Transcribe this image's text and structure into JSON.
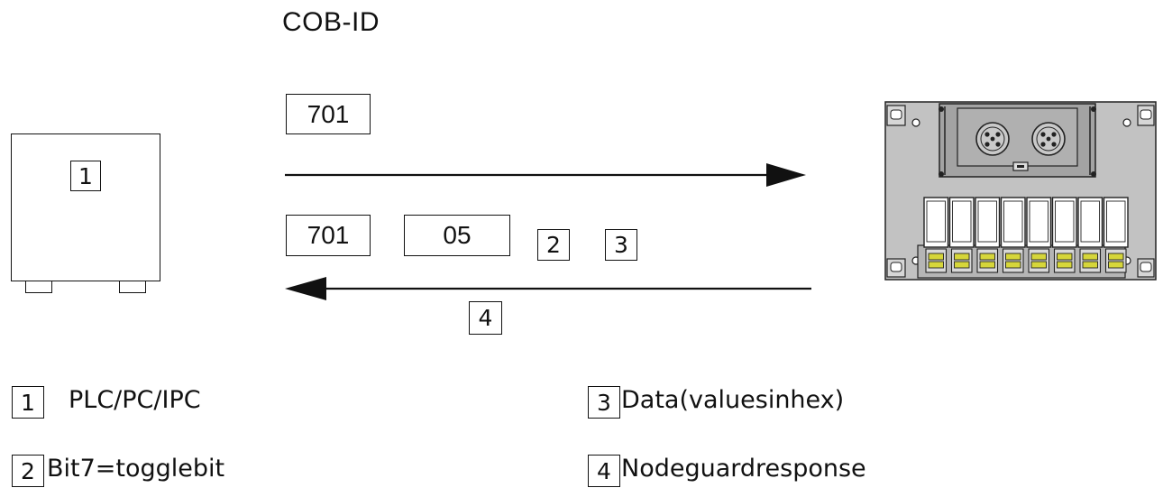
{
  "header": {
    "title": "COB-ID"
  },
  "master": {
    "marker": "1"
  },
  "request": {
    "cob_id": "701"
  },
  "response": {
    "cob_id": "701",
    "data": "05",
    "toggle_marker": "2",
    "data_marker": "3",
    "response_marker": "4"
  },
  "legend": [
    {
      "marker": "1",
      "text": "PLC/PC/IPC"
    },
    {
      "marker": "2",
      "text": "Bit7=togglebit"
    },
    {
      "marker": "3",
      "text": "Data(valuesinhex)"
    },
    {
      "marker": "4",
      "text": "Nodeguardresponse"
    }
  ],
  "colors": {
    "device_body": "#bdbdbd",
    "device_panel": "#9a9a9a",
    "led": "#d6d63a",
    "line": "#111111"
  }
}
